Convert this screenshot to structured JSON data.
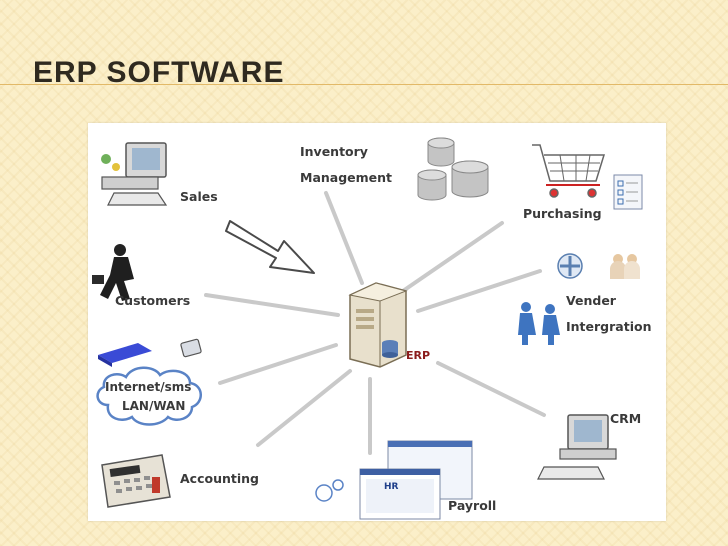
{
  "slide": {
    "title": "ERP SOFTWARE"
  },
  "hub": {
    "label": "ERP"
  },
  "nodes": {
    "inventory": {
      "line1": "Inventory",
      "line2": "Management"
    },
    "sales": {
      "label": "Sales"
    },
    "purchasing": {
      "label": "Purchasing"
    },
    "customers": {
      "label": "Customers"
    },
    "vendor": {
      "line1": "Vender",
      "line2": "Intergration"
    },
    "internet": {
      "line1": "Internet/sms",
      "line2": "LAN/WAN"
    },
    "crm": {
      "label": "CRM"
    },
    "accounting": {
      "label": "Accounting"
    },
    "payroll": {
      "label": "Payroll",
      "window_text": "HR"
    }
  },
  "colors": {
    "spoke": "#c9c9c9",
    "hub_label": "#8b1c1c",
    "background": "#fbefc9"
  }
}
